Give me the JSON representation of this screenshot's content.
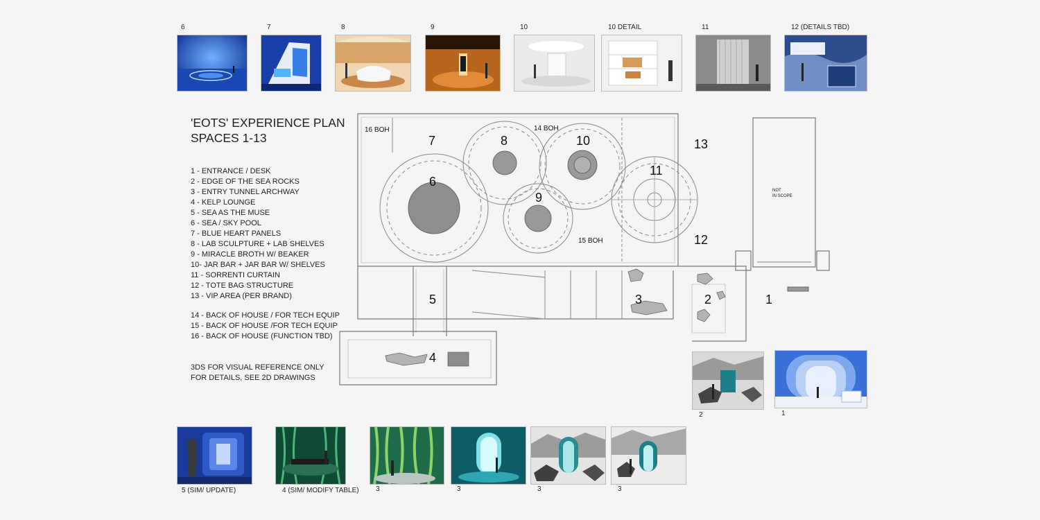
{
  "top_thumbnails": [
    {
      "label": "6",
      "scene": "blue-pool"
    },
    {
      "label": "7",
      "scene": "blue-panels"
    },
    {
      "label": "8",
      "scene": "lab-sculpture"
    },
    {
      "label": "9",
      "scene": "miracle-broth"
    },
    {
      "label": "10",
      "scene": "white-jar-bar"
    },
    {
      "label": "10 DETAIL",
      "scene": "shelves-detail"
    },
    {
      "label": "11",
      "scene": "curtain"
    },
    {
      "label": "12 (DETAILS TBD)",
      "scene": "tote-structure"
    }
  ],
  "title": {
    "line1": "'EOTS' EXPERIENCE PLAN",
    "line2": "SPACES 1-13"
  },
  "legend": {
    "spaces": [
      "1 - ENTRANCE / DESK",
      "2 - EDGE OF THE SEA ROCKS",
      "3 - ENTRY TUNNEL ARCHWAY",
      "4 - KELP LOUNGE",
      "5 - SEA AS THE MUSE",
      "6 - SEA / SKY POOL",
      "7 - BLUE HEART PANELS",
      "8 - LAB SCULPTURE + LAB SHELVES",
      "9 - MIRACLE BROTH W/ BEAKER",
      "10- JAR BAR + JAR BAR W/ SHELVES",
      "11 - SORRENTI CURTAIN",
      "12 - TOTE BAG STRUCTURE",
      "13 - VIP AREA (PER BRAND)"
    ],
    "boh": [
      "14 - BACK OF HOUSE / FOR TECH EQUIP",
      "15 - BACK OF HOUSE /FOR TECH EQUIP",
      "16 - BACK OF HOUSE (FUNCTION TBD)"
    ]
  },
  "note": {
    "line1": "3DS FOR VISUAL  REFERENCE ONLY",
    "line2": "FOR DETAILS, SEE 2D DRAWINGS"
  },
  "plan": {
    "labels": {
      "s1": "1",
      "s2": "2",
      "s3": "3",
      "s4": "4",
      "s5": "5",
      "s6": "6",
      "s7": "7",
      "s8": "8",
      "s9": "9",
      "s10": "10",
      "s11": "11",
      "s12": "12",
      "s13": "13",
      "boh14": "14 BOH",
      "boh15": "15 BOH",
      "boh16": "16 BOH",
      "not_in_scope_1": "NOT",
      "not_in_scope_2": "IN SCOPE"
    }
  },
  "right_thumbnails": [
    {
      "label": "2",
      "scene": "rocks-arch"
    },
    {
      "label": "1",
      "scene": "entrance-tunnel"
    }
  ],
  "bottom_thumbnails": [
    {
      "label": "5 (SIM/ UPDATE)",
      "scene": "sea-muse"
    },
    {
      "label": "4 (SIM/ MODIFY TABLE)",
      "scene": "kelp-lounge"
    },
    {
      "label": "3",
      "scene": "kelp-forest"
    },
    {
      "label": "3",
      "scene": "teal-arch"
    },
    {
      "label": "3",
      "scene": "rocks-arch-bw"
    },
    {
      "label": "3",
      "scene": "rocks-arch-bw-2"
    }
  ],
  "colors": {
    "ink": "#222222",
    "plan_line": "#777777",
    "blue": "#2a5fc8",
    "teal": "#1f8a8a",
    "kelp_green": "#2f7a55"
  }
}
